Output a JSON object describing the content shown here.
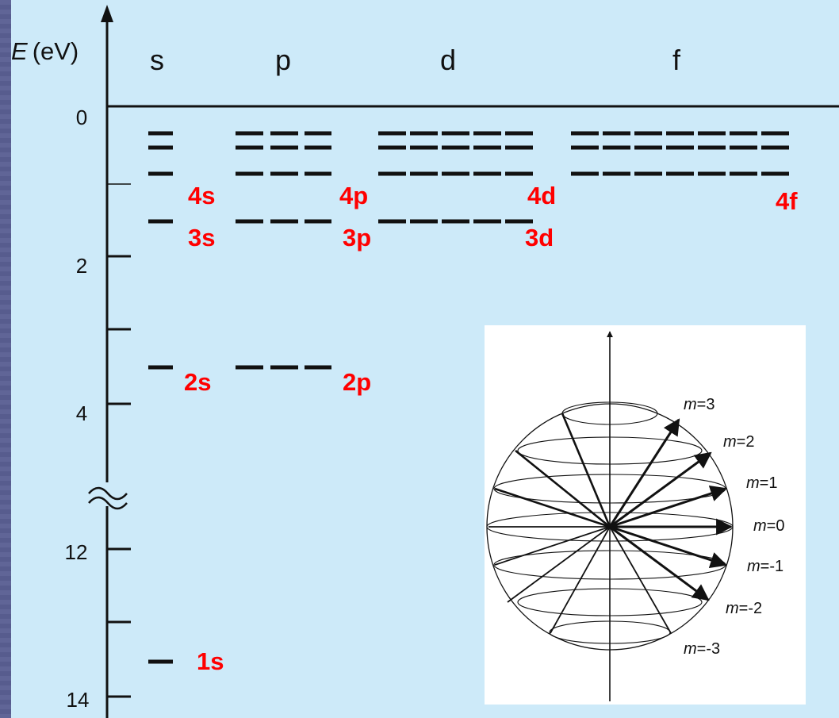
{
  "axis": {
    "title_symbol": "E",
    "title_unit": "(eV)",
    "tick_labels": [
      "0",
      "2",
      "4",
      "12",
      "14"
    ]
  },
  "columns": [
    "s",
    "p",
    "d",
    "f"
  ],
  "levels": [
    {
      "label": "1s",
      "energy_eV": 13.6,
      "degeneracy": 1
    },
    {
      "label": "2s",
      "energy_eV": 3.4,
      "degeneracy": 1
    },
    {
      "label": "2p",
      "energy_eV": 3.4,
      "degeneracy": 3
    },
    {
      "label": "3s",
      "energy_eV": 1.51,
      "degeneracy": 1
    },
    {
      "label": "3p",
      "energy_eV": 1.51,
      "degeneracy": 3
    },
    {
      "label": "3d",
      "energy_eV": 1.51,
      "degeneracy": 5
    },
    {
      "label": "4s",
      "energy_eV": 0.85,
      "degeneracy": 1
    },
    {
      "label": "4p",
      "energy_eV": 0.85,
      "degeneracy": 3
    },
    {
      "label": "4d",
      "energy_eV": 0.85,
      "degeneracy": 5
    },
    {
      "label": "4f",
      "energy_eV": 0.85,
      "degeneracy": 7
    }
  ],
  "inset": {
    "m_labels": [
      "m=3",
      "m=2",
      "m=1",
      "m=0",
      "m=-1",
      "m=-2",
      "m=-3"
    ]
  },
  "colors": {
    "background": "#cdeaf9",
    "level_label": "#ff0000",
    "lines": "#111111",
    "frame": "#5a5f93"
  }
}
